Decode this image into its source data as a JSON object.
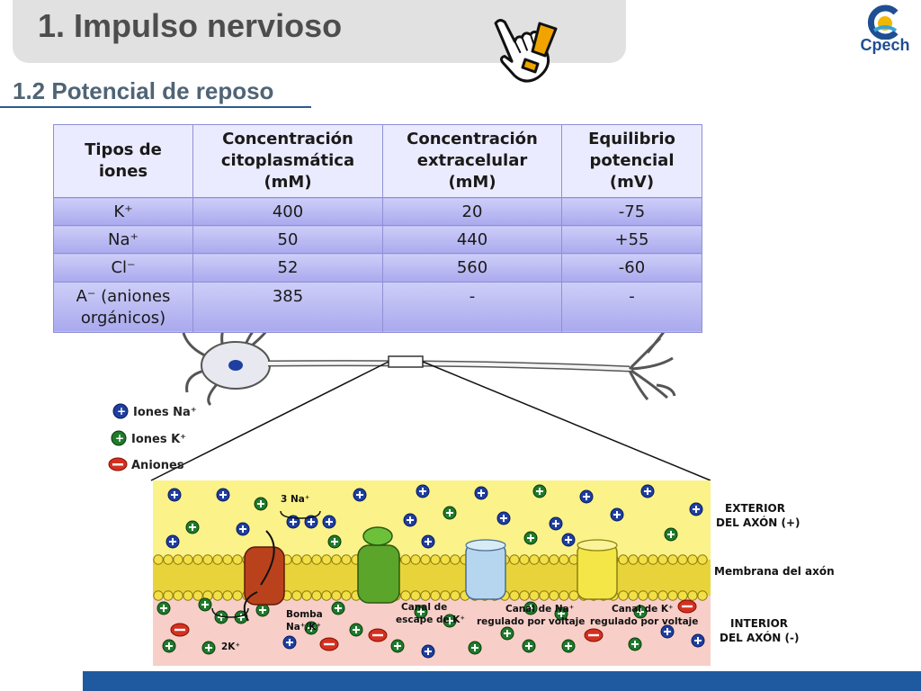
{
  "header": {
    "title": "1. Impulso nervioso",
    "logo_text": "Cpech"
  },
  "section": {
    "subtitle": "1.2 Potencial de reposo"
  },
  "table": {
    "headers": [
      [
        "Tipos de",
        "iones"
      ],
      [
        "Concentración",
        "citoplasmática",
        "(mM)"
      ],
      [
        "Concentración",
        "extracelular",
        "(mM)"
      ],
      [
        "Equilibrio",
        "potencial",
        "(mV)"
      ]
    ],
    "rows": [
      {
        "ion": "K⁺",
        "cyto": "400",
        "extra": "20",
        "eq": "-75"
      },
      {
        "ion": "Na⁺",
        "cyto": "50",
        "extra": "440",
        "eq": "+55"
      },
      {
        "ion": "Cl⁻",
        "cyto": "52",
        "extra": "560",
        "eq": "-60"
      },
      {
        "ion": "A⁻ (aniones orgánicos)",
        "cyto": "385",
        "extra": "-",
        "eq": "-"
      }
    ]
  },
  "legend": {
    "na": "Iones Na⁺",
    "k": "Iones K⁺",
    "anions": "Aniones"
  },
  "diagram": {
    "pump_na": "3 Na⁺",
    "pump_k": "2K⁺",
    "exterior_1": "EXTERIOR",
    "exterior_2": "DEL AXÓN (+)",
    "membrane": "Membrana del axón",
    "interior_1": "INTERIOR",
    "interior_2": "DEL AXÓN (-)",
    "pump_1": "Bomba",
    "pump_2": "Na⁺/K⁺",
    "kleak_1": "Canal de",
    "kleak_2": "escape de K⁺",
    "nach_1": "Canal de Na⁺",
    "nach_2": "regulado por voltaje",
    "kch_1": "Canal de K⁺",
    "kch_2": "regulado por voltaje"
  },
  "colors": {
    "title_bar": "#e1e1e1",
    "title_text": "#4d4d4d",
    "subtitle_text": "#4f6476",
    "table_header_bg": "#ebebff",
    "table_cell_bg": "#b6b6f0",
    "extracellular": "#fbf28a",
    "intracellular": "#f7cfc8",
    "bottom_bar": "#1f5aa0"
  }
}
